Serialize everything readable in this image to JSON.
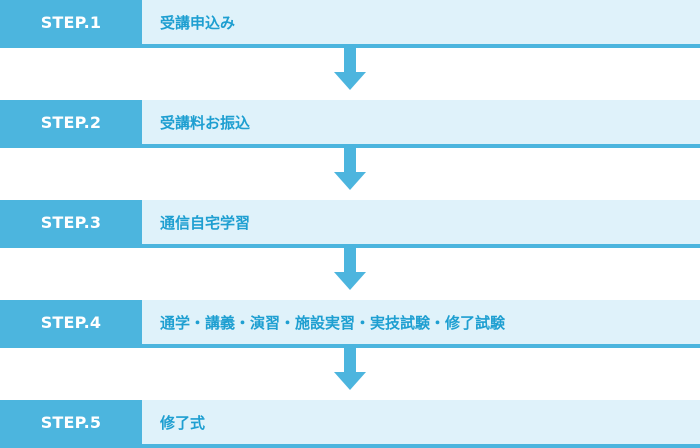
{
  "colors": {
    "label_bg": "#4cb5de",
    "body_bg": "#dff2fa",
    "body_text": "#1e9fd1",
    "arrow": "#4cb5de"
  },
  "steps": [
    {
      "label": "STEP.1",
      "text": "受講申込み"
    },
    {
      "label": "STEP.2",
      "text": "受講料お振込"
    },
    {
      "label": "STEP.3",
      "text": "通信自宅学習"
    },
    {
      "label": "STEP.4",
      "text": "通学・講義・演習・施設実習・実技試験・修了試験"
    },
    {
      "label": "STEP.5",
      "text": "修了式"
    }
  ],
  "arrow_icon": "arrow-down-icon"
}
